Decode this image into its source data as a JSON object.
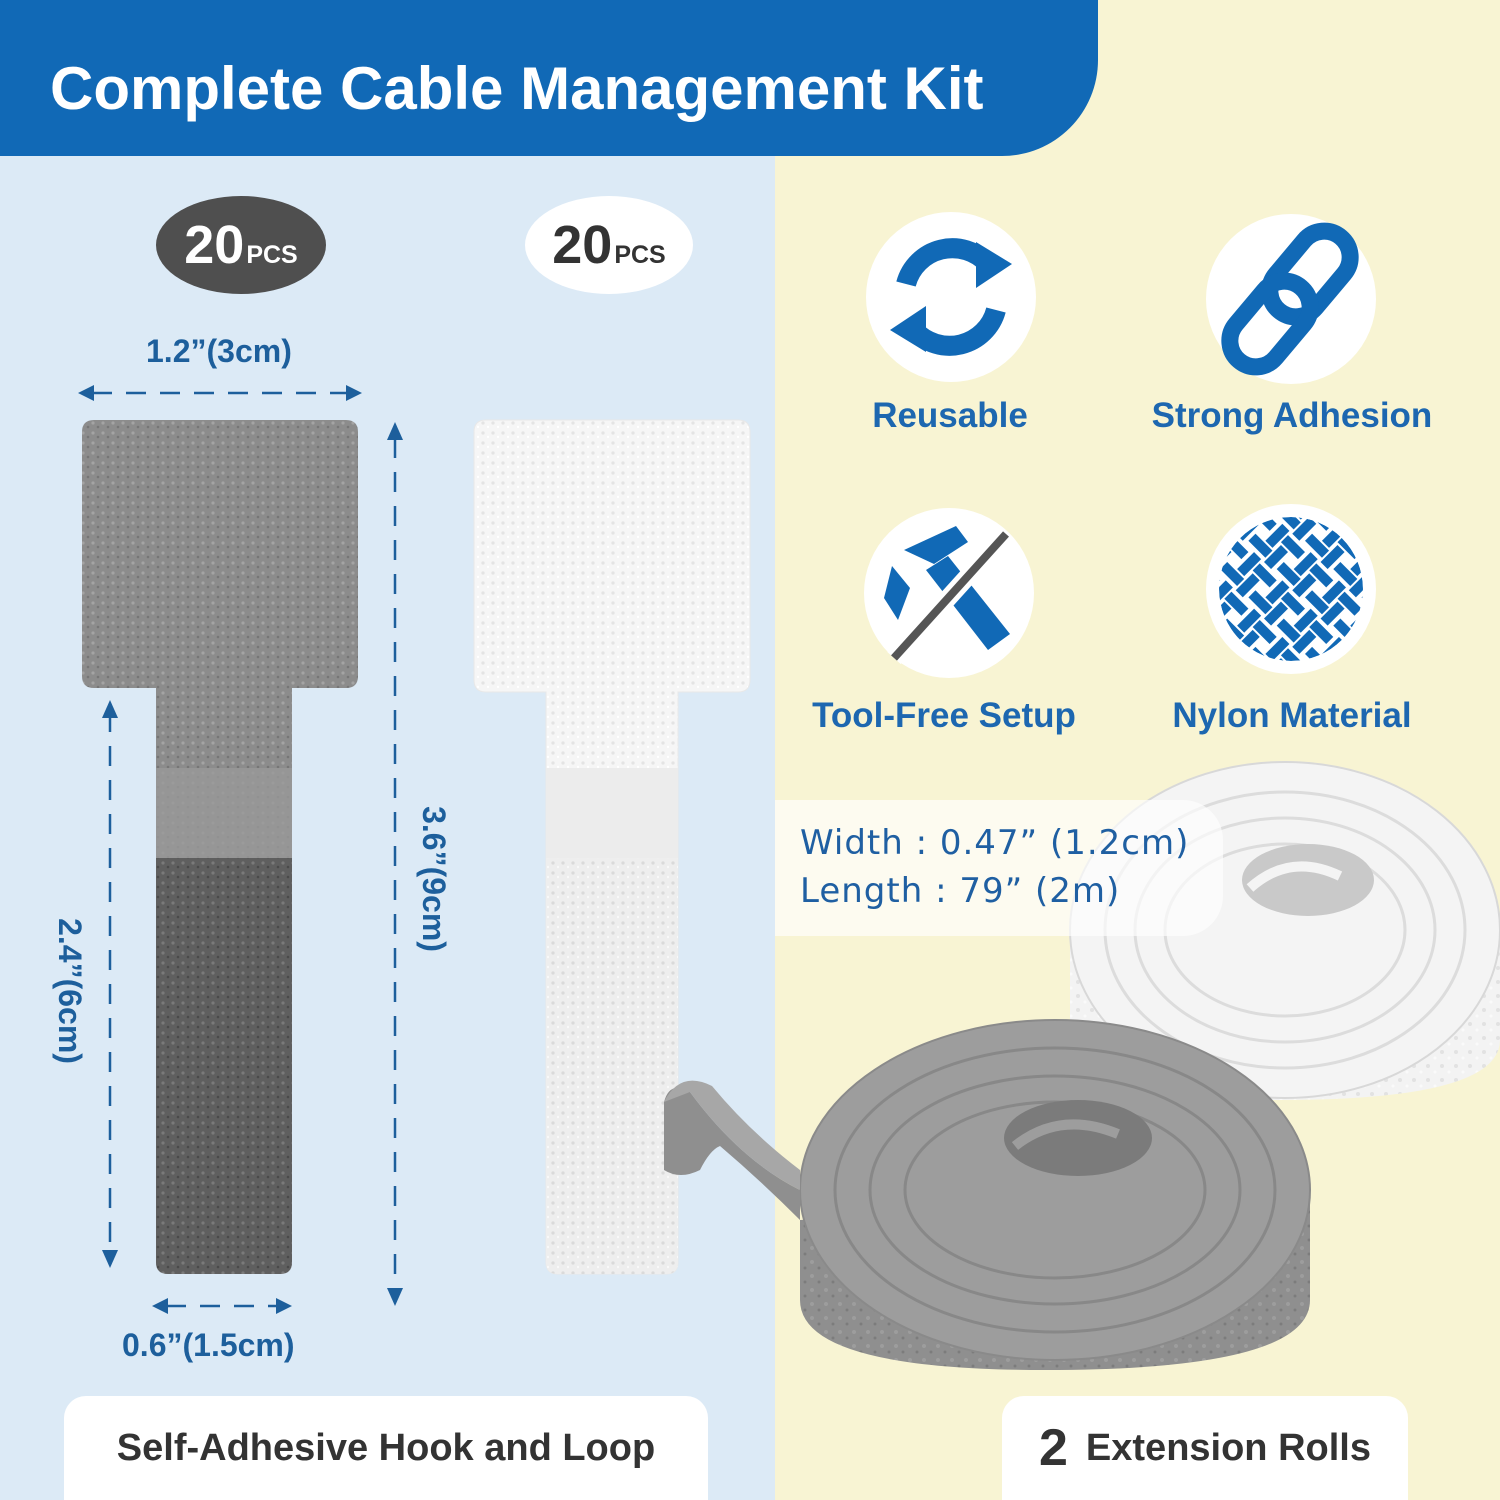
{
  "header": {
    "title": "Complete Cable Management Kit"
  },
  "products": {
    "dark_strap": {
      "count": "20",
      "unit": "PCS"
    },
    "white_strap": {
      "count": "20",
      "unit": "PCS"
    }
  },
  "dimensions": {
    "top_width": "1.2”(3cm)",
    "total_length": "3.6”(9cm)",
    "strap_length": "2.4”(6cm)",
    "strap_width": "0.6”(1.5cm)"
  },
  "features": [
    {
      "label": "Reusable",
      "icon": "refresh-icon"
    },
    {
      "label": "Strong Adhesion",
      "icon": "chain-link-icon"
    },
    {
      "label": "Tool-Free Setup",
      "icon": "hammer-crossed-icon"
    },
    {
      "label": "Nylon Material",
      "icon": "weave-pattern-icon"
    }
  ],
  "roll_spec": {
    "width_line": "Width : 0.47” (1.2cm)",
    "length_line": "Length : 79” (2m)"
  },
  "bottom": {
    "left_label": "Self-Adhesive Hook and Loop",
    "rolls_count": "2",
    "rolls_label": "Extension Rolls"
  },
  "colors": {
    "brand_blue": "#1169b6",
    "left_bg": "#dceaf6",
    "right_bg": "#f8f4d3",
    "dark_strap": "#8a8a8a",
    "white_strap": "#f7f7f7"
  }
}
